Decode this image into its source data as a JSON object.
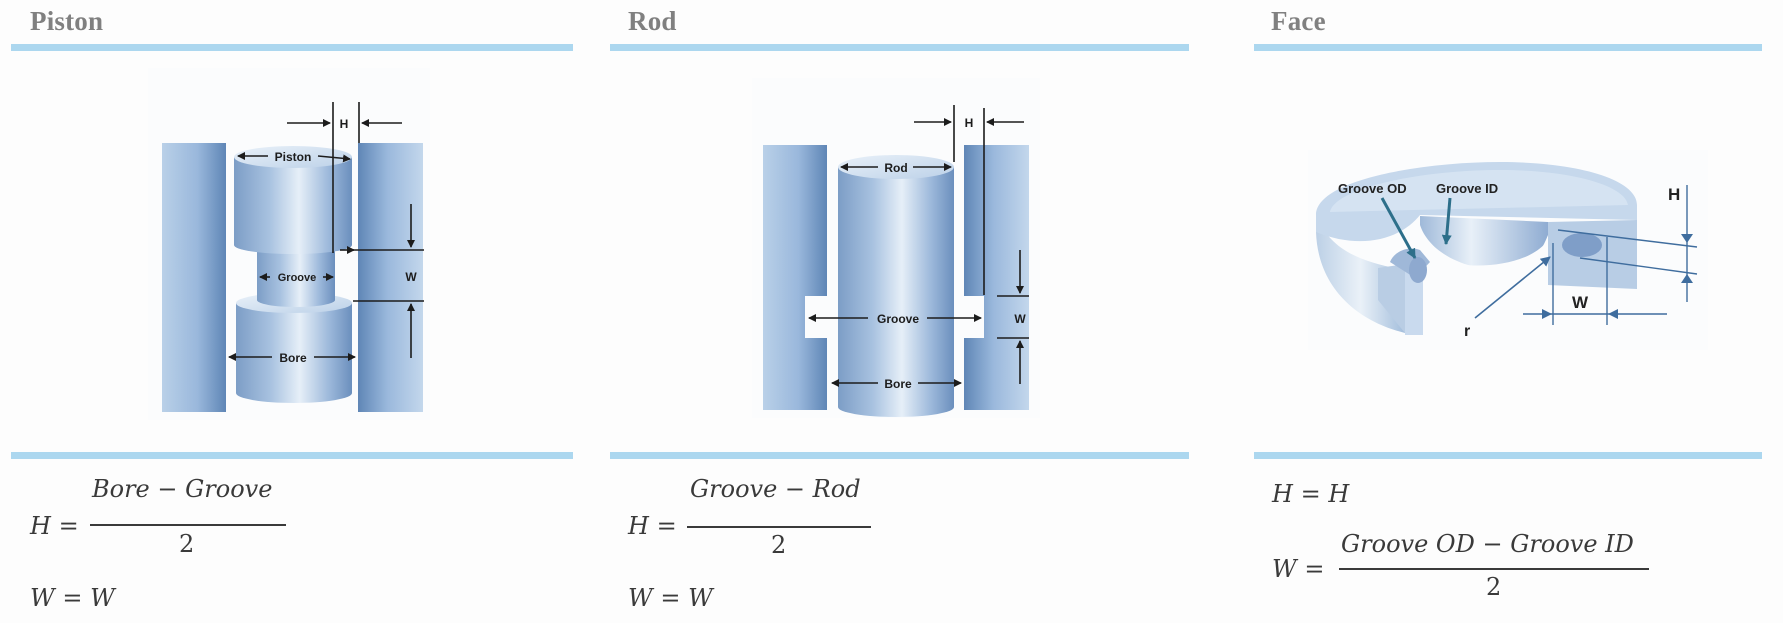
{
  "colors": {
    "title": "#808080",
    "bar": "#acd7ef",
    "metal_light": "#dbe8f5",
    "metal_mid": "#a9c3e1",
    "metal_dark": "#6a8fbd",
    "annotation": "#1c1c1c",
    "face_arrow": "#2d6f8a",
    "face_dim": "#3f6d9e"
  },
  "columns": [
    {
      "title": "Piston",
      "diagram": {
        "labels": {
          "h": "H",
          "w": "W",
          "piston": "Piston",
          "groove": "Groove",
          "bore": "Bore"
        }
      },
      "equations": {
        "h": {
          "lhs": "H",
          "eq": "=",
          "numerator": "Bore − Groove",
          "denominator": "2"
        },
        "w": {
          "lhs": "W",
          "eq": "=",
          "rhs": "W"
        }
      }
    },
    {
      "title": "Rod",
      "diagram": {
        "labels": {
          "h": "H",
          "w": "W",
          "rod": "Rod",
          "groove": "Groove",
          "bore": "Bore"
        }
      },
      "equations": {
        "h": {
          "lhs": "H",
          "eq": "=",
          "numerator": "Groove − Rod",
          "denominator": "2"
        },
        "w": {
          "lhs": "W",
          "eq": "=",
          "rhs": "W"
        }
      }
    },
    {
      "title": "Face",
      "diagram": {
        "labels": {
          "h": "H",
          "w": "W",
          "r": "r",
          "groove_od": "Groove OD",
          "groove_id": "Groove ID"
        }
      },
      "equations": {
        "h": {
          "lhs": "H",
          "eq": "=",
          "rhs": "H"
        },
        "w": {
          "lhs": "W",
          "eq": "=",
          "numerator": "Groove OD − Groove ID",
          "denominator": "2"
        }
      }
    }
  ]
}
